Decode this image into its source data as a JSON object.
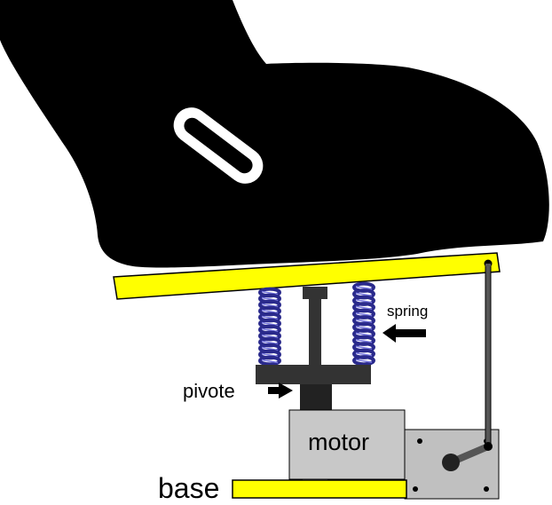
{
  "labels": {
    "spring": "spring",
    "pivote": "pivote",
    "motor": "motor",
    "base": "base"
  },
  "icons": {
    "foot": "foot-silhouette",
    "strap_slot": "strap-slot-icon",
    "arrow": "left-arrow-icon"
  },
  "colors": {
    "foot": "#000000",
    "plate": "#ffff00",
    "spring": "#2a2a8c",
    "spring_highlight": "#7a7ae0",
    "column": "#333333",
    "motor_box": "#c8c8c8",
    "gearbox": "#c0c0c0",
    "linkage": "#555555",
    "outline": "#000000",
    "background": "#ffffff"
  }
}
